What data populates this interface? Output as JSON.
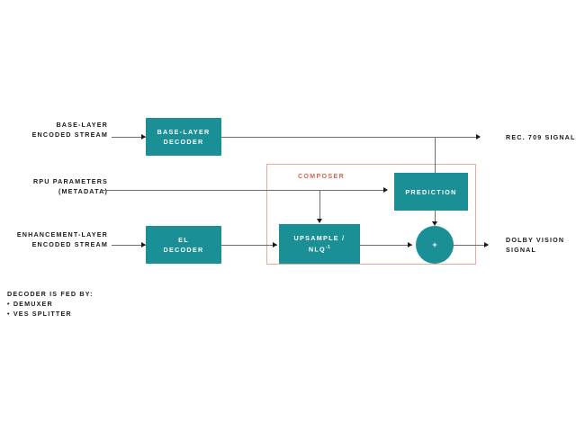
{
  "diagram": {
    "background": "#ffffff",
    "accent_box_color": "#1a8f96",
    "group_border_color": "#e8a99b",
    "group_title_color": "#d4654f",
    "connector_color": "#6e6e6e",
    "box_text_color": "#ffffff",
    "label_text_color": "#1a1a1a"
  },
  "inputs": [
    {
      "id": "base-layer-encoded-stream",
      "label": "BASE-LAYER\nENCODED STREAM"
    },
    {
      "id": "rpu-parameters",
      "label": "RPU PARAMETERS\n(METADATA)"
    },
    {
      "id": "enhancement-layer-encoded-stream",
      "label": "ENHANCEMENT-LAYER\nENCODED STREAM"
    }
  ],
  "blocks": [
    {
      "id": "base-layer-decoder",
      "label": "BASE-LAYER\nDECODER"
    },
    {
      "id": "el-decoder",
      "label": "EL\nDECODER"
    },
    {
      "id": "prediction",
      "label": "PREDICTION"
    },
    {
      "id": "upsample-nlq",
      "label_main": "UPSAMPLE /\nNLQ",
      "label_sup": "-1"
    },
    {
      "id": "summing-junction",
      "label": "+"
    }
  ],
  "group": {
    "id": "composer",
    "title": "COMPOSER"
  },
  "outputs": [
    {
      "id": "rec-709-signal",
      "label": "REC. 709 SIGNAL"
    },
    {
      "id": "dolby-vision-signal",
      "label": "DOLBY VISION\nSIGNAL"
    }
  ],
  "note": {
    "heading": "DECODER IS FED BY:",
    "items": [
      "• DEMUXER",
      "• VES SPLITTER"
    ]
  }
}
